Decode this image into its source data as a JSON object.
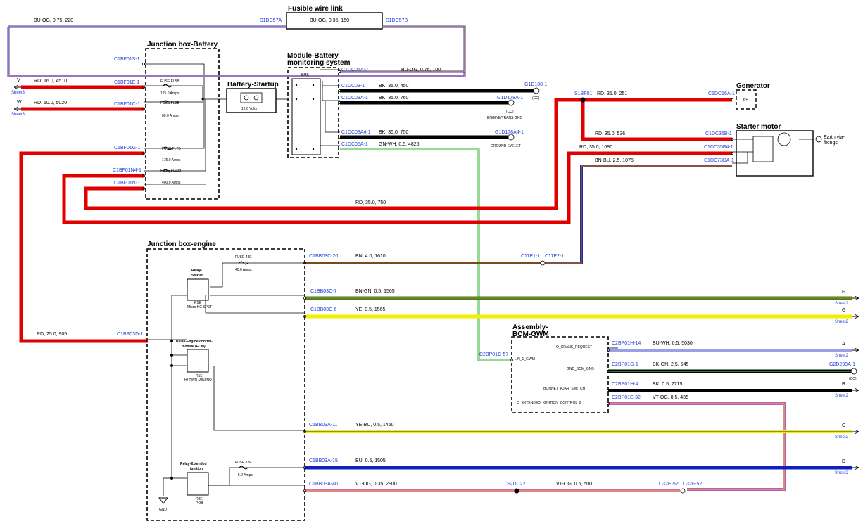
{
  "components": {
    "jb_battery": "Junction box-Battery",
    "bms_module": "Module-Battery monitoring system",
    "bms_line1": "Module-Battery",
    "bms_line2": "monitoring system",
    "bms": "BMS",
    "battery_startup": "Battery-Startup",
    "battery_voltage": "12.0 Volts",
    "fusible_link": "Fusible wire link",
    "generator": "Generator",
    "generator_terminal": "B+",
    "starter_motor": "Starter motor",
    "earth": "Earth via-fixings",
    "earth_line1": "Earth via-",
    "earth_line2": "fixings",
    "jb_engine": "Junction box-engine",
    "bcm_line1": "Assembly-",
    "bcm_line2": "BCM-GWM",
    "relay_starter_1": "Relay-",
    "relay_starter_2": "Starter",
    "relay_starter_type": "Micro HC SPST",
    "relay_starter_code": "R5E",
    "relay_ecm_1": "Relay-Engine control-",
    "relay_ecm_2": "module (ECM)",
    "relay_ecm_code": "R1E",
    "relay_ecm_type": "HI PWR MINI NO",
    "relay_ign_1": "Relay-Extended",
    "relay_ign_2": "ignition",
    "relay_ign_code": "R8E",
    "relay_ign_type": "POB",
    "gnd": "GND",
    "cc": "(CC)",
    "engine_trans_gnd": "ENGINE/TRANS GND",
    "ground_eyelet": "GROUND EYELET",
    "sheet3": "Sheet3",
    "sheet2": "Sheet2"
  },
  "fuses": {
    "fl5b": "FUSE FL5B",
    "fl5b_rating": "125.0 Amps",
    "fl3b": "FUSE FL3B",
    "fl3b_rating": "60.0 Amps",
    "fl7b": "FUSE FL7B",
    "fl7b_rating": "175.0 Amps",
    "fl13b": "FUSE FL13B",
    "fl13b_rating": "400.0 Amps",
    "f48e": "FUSE 48E",
    "f48e_rating": "40.0 Amps",
    "f12e": "FUSE 12E",
    "f12e_rating": "5.0 Amps"
  },
  "pins": {
    "s1dc57a": "S1DC57A",
    "s1dc57b": "S1DC57B",
    "c1bf01s": "C1BF01S-1",
    "c1bf01e": "C1BF01E-1",
    "c1bf01c1": "C1BF01C-1",
    "c1bf01g": "C1BF01G-1",
    "c1bf01n4": "C1BF01N4-1",
    "c1bf01n": "C1BF01N-1",
    "c1dc05a2": "C1DC05A-2",
    "c1dc03": "C1DC03-1",
    "c1dc03a": "C1DC03A-1",
    "c1dc03a4": "C1DC03A4-1",
    "c1dc05a1": "C1DC05A-1",
    "g1d108": "G1D108-1",
    "g1d178a": "G1D178A-1",
    "g1d178a4": "G1D178A4-1",
    "s1bf01": "S1BF01",
    "c1dc16a": "C1DC16A-1",
    "c1dc35b": "C1DC35B-1",
    "c1dc35b4": "C1DC35B4-1",
    "c1dc73da": "C1DC73DA-1",
    "c11p1": "C11P1-1",
    "c11p2": "C11P2-1",
    "c1bb03c20": "C1BB03C-20",
    "c1bb03c7": "C1BB03C-7",
    "c1bb03c6": "C1BB03C-6",
    "c1bb03d": "C1BB03D-1",
    "c1bb03a11": "C1BB03A-11",
    "c1bb03a15": "C1BB03A-15",
    "c1bb03a40": "C1BB03A-40",
    "c2bp01c57": "C2BP01C-57",
    "c2bp01h14": "C2BP01H-14",
    "c2bp01g1": "C2BP01G-1",
    "c2bp01h4": "C2BP01H-4",
    "c2bp01e32": "C2BP01E-32",
    "g2d238a": "G2D238A-1",
    "s2dc22": "S2DC22",
    "c32e52": "C32E-52",
    "c32f52": "C32F-52"
  },
  "wires": {
    "w_top_left": "BU-OG,  0.75,  220",
    "w_fusible": "BU-OG,  0.35,  150",
    "w_bms_in": "BU-OG,  0.75,  100",
    "w_v": "RD,  16.0,  4510",
    "w_w": "RD,  10.0,  5020",
    "w_g1d108": "BK,  35.0,  450",
    "w_g1d178a": "BK,  35.0,  760",
    "w_g1d178a4": "BK,  35.0,  750",
    "w_gnwh": "GN-WH,  0.5,  4825",
    "w_s1bf01": "RD,  35.0,  251",
    "w_starter536": "RD,  35.0,  536",
    "w_starter1090": "RD,  35.0,  1090",
    "w_bnbu": "BN-BU,  2.5,  1075",
    "w_rd750": "RD,  35.0,  750",
    "w_bn1610": "BN,  4.0,  1610",
    "w_bngn": "BN-GN,  0.5,  1565",
    "w_ye": "YE,  0.5,  1565",
    "w_rd905": "RD,  25.0,  905",
    "w_buwh": "BU-WH,  0.5,  5030",
    "w_bkgn": "BK-GN,  2.5,  545",
    "w_bk2715": "BK,  0.5,  2715",
    "w_vtog435": "VT-OG,  0.5,  435",
    "w_yebu": "YE-BU,  0.5,  1460",
    "w_bu1505": "BU,  0.5,  1505",
    "w_vtog2900": "VT-OG,  0.35,  2900",
    "w_vtog500": "VT-OG,  0.5,  500"
  },
  "signals": {
    "lin": "LIN_1_GWM",
    "crank": "O_CRANK_REQUEST",
    "gnd_bcm": "GND_BCM_GND",
    "bonnet": "I_BONNET_AJAR_SWITCH",
    "ext_ign": "O_EXTENDED_IGNITION_CONTROL_2"
  },
  "offpage": {
    "v": "V",
    "w": "W",
    "f": "F",
    "g": "G",
    "a": "A",
    "b": "B",
    "c": "C",
    "d": "D"
  }
}
